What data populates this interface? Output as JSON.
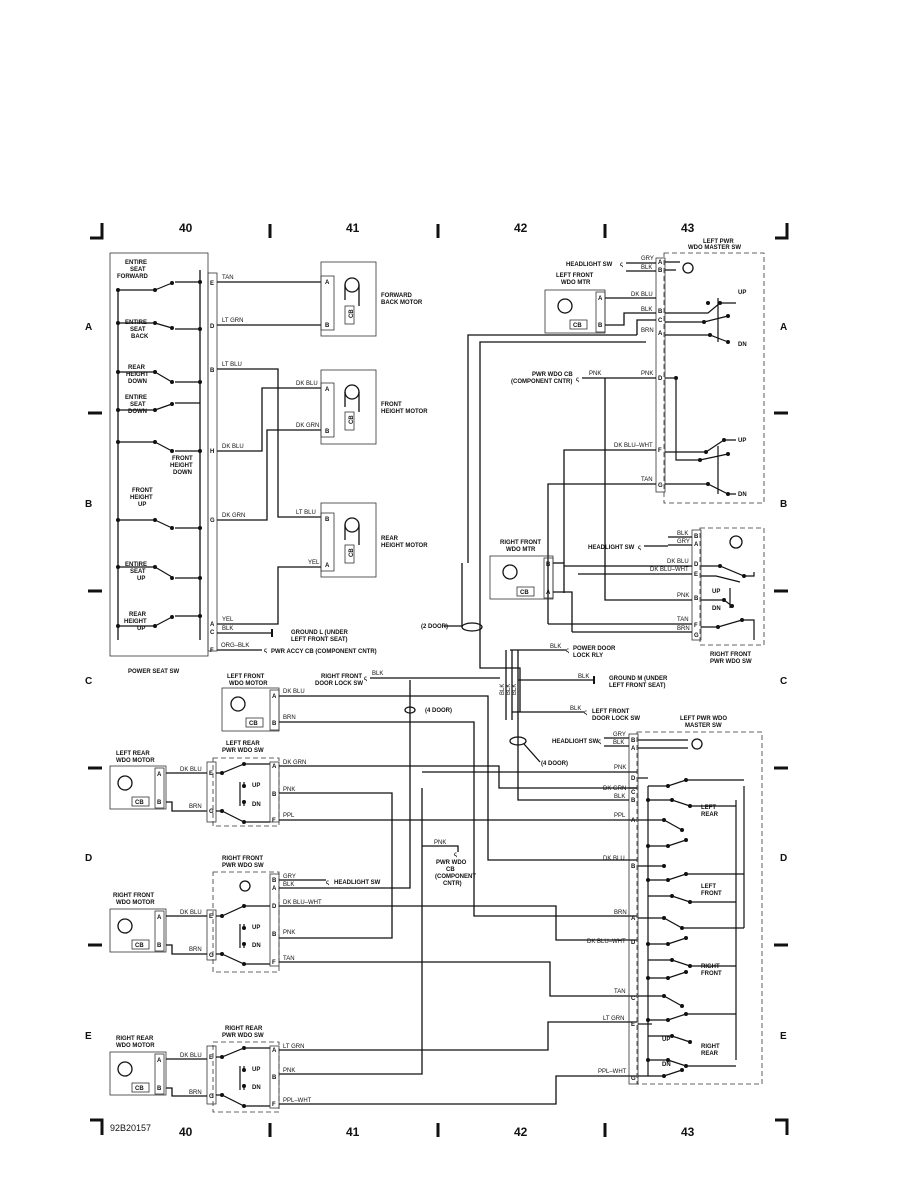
{
  "doc_id": "92B20157",
  "grid_columns": [
    "40",
    "41",
    "42",
    "43"
  ],
  "grid_rows": [
    "A",
    "B",
    "C",
    "D",
    "E"
  ],
  "components": {
    "power_seat_sw": "POWER SEAT SW",
    "forward_back_motor": [
      "FORWARD",
      "BACK MOTOR"
    ],
    "front_height_motor": [
      "FRONT",
      "HEIGHT MOTOR"
    ],
    "rear_height_motor": [
      "REAR",
      "HEIGHT MOTOR"
    ],
    "left_pwr_wdo_master_sw_top": [
      "LEFT PWR",
      "WDO MASTER SW"
    ],
    "left_front_wdo_mtr": [
      "LEFT FRONT",
      "WDO MTR"
    ],
    "pwr_wdo_cb": [
      "PWR WDO CB",
      "(COMPONENT CNTR)"
    ],
    "right_front_wdo_mtr": [
      "RIGHT FRONT",
      "WDO MTR"
    ],
    "right_front_pwr_wdo_sw_top": [
      "RIGHT FRONT",
      "PWR WDO SW"
    ],
    "left_front_wdo_motor": [
      "LEFT FRONT",
      "WDO MOTOR"
    ],
    "left_rear_wdo_motor": [
      "LEFT REAR",
      "WDO MOTOR"
    ],
    "left_rear_pwr_wdo_sw": [
      "LEFT REAR",
      "PWR WDO SW"
    ],
    "right_front_pwr_wdo_sw": [
      "RIGHT FRONT",
      "PWR WDO SW"
    ],
    "right_front_wdo_motor": [
      "RIGHT FRONT",
      "WDO MOTOR"
    ],
    "right_rear_pwr_wdo_sw": [
      "RIGHT REAR",
      "PWR WDO SW"
    ],
    "right_rear_wdo_motor": [
      "RIGHT REAR",
      "WDO MOTOR"
    ],
    "left_pwr_wdo_master_sw_bottom": [
      "LEFT PWR WDO",
      "MASTER SW"
    ],
    "pwr_wdo_cb_bottom": [
      "PWR WDO",
      "CB",
      "(COMPONENT",
      "CNTR)"
    ],
    "right_front_door_lock_sw": [
      "RIGHT FRONT",
      "DOOR LOCK SW"
    ],
    "left_front_door_lock_sw": [
      "LEFT FRONT",
      "DOOR LOCK SW"
    ],
    "power_door_lock_rly": [
      "POWER DOOR",
      "LOCK RLY"
    ]
  },
  "switch_positions": {
    "entire_seat_forward": [
      "ENTIRE",
      "SEAT",
      "FORWARD"
    ],
    "entire_seat_back": [
      "ENTIRE",
      "SEAT",
      "BACK"
    ],
    "rear_height_down": [
      "REAR",
      "HEIGHT",
      "DOWN"
    ],
    "entire_seat_down": [
      "ENTIRE",
      "SEAT",
      "DOWN"
    ],
    "front_height_down": [
      "FRONT",
      "HEIGHT",
      "DOWN"
    ],
    "front_height_up": [
      "FRONT",
      "HEIGHT",
      "UP"
    ],
    "entire_seat_up": [
      "ENTIRE",
      "SEAT",
      "UP"
    ],
    "rear_height_up": [
      "REAR",
      "HEIGHT",
      "UP"
    ],
    "up": "UP",
    "dn": "DN",
    "left_rear": [
      "LEFT",
      "REAR"
    ],
    "left_front": [
      "LEFT",
      "FRONT"
    ],
    "right_front": [
      "RIGHT",
      "FRONT"
    ],
    "right_rear": [
      "RIGHT",
      "REAR"
    ]
  },
  "wire_colors": {
    "tan": "TAN",
    "lt_grn": "LT GRN",
    "lt_blu": "LT BLU",
    "dk_blu": "DK BLU",
    "dk_grn": "DK GRN",
    "yel": "YEL",
    "blk": "BLK",
    "org_blk": "ORG–BLK",
    "gry": "GRY",
    "pnk": "PNK",
    "brn": "BRN",
    "dk_blu_wht": "DK BLU–WHT",
    "ppl": "PPL",
    "ppl_wht": "PPL–WHT"
  },
  "refs": {
    "ground_l": [
      "GROUND L (UNDER",
      "LEFT FRONT SEAT)"
    ],
    "ground_m": [
      "GROUND M (UNDER",
      "LEFT FRONT SEAT)"
    ],
    "pwr_accy_cb": "PWR ACCY CB (COMPONENT CNTR)",
    "headlight_sw": "HEADLIGHT SW",
    "two_door": "(2 DOOR)",
    "four_door": "(4 DOOR)"
  },
  "symbols": {
    "cb": "CB"
  },
  "pins": {
    "a": "A",
    "b": "B",
    "c": "C",
    "d": "D",
    "e": "E",
    "f": "F",
    "g": "G",
    "h": "H"
  }
}
